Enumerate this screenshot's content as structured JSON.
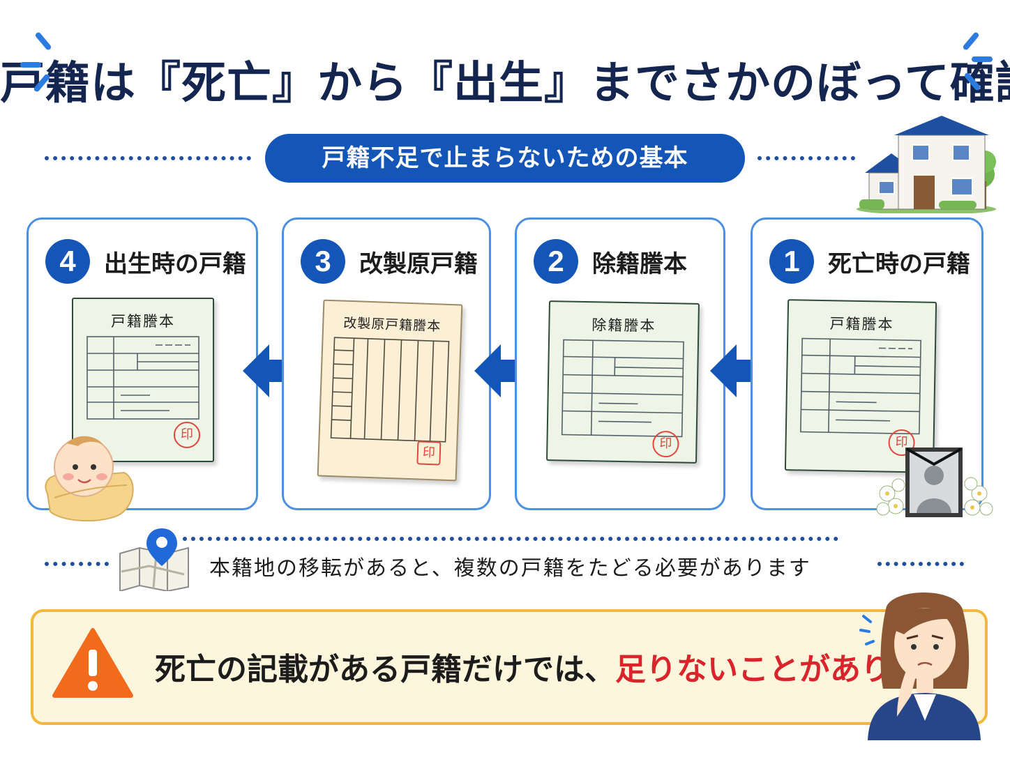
{
  "title": "戸籍は『死亡』から『出生』までさかのぼって確認",
  "subtitle": "戸籍不足で止まらないための基本",
  "steps": [
    {
      "number": "1",
      "label": "死亡時の戸籍",
      "doc_title": "戸籍謄本",
      "seal": "印"
    },
    {
      "number": "2",
      "label": "除籍謄本",
      "doc_title": "除籍謄本",
      "seal": "印"
    },
    {
      "number": "3",
      "label": "改製原戸籍",
      "doc_title": "改製原戸籍謄本",
      "seal": "印"
    },
    {
      "number": "4",
      "label": "出生時の戸籍",
      "doc_title": "戸籍謄本",
      "seal": "印"
    }
  ],
  "note": "本籍地の移転があると、複数の戸籍をたどる必要があります",
  "warning": {
    "text_main": "死亡の記載がある戸籍だけでは、",
    "text_highlight": "足りないことがあります",
    "highlight_color": "#d8242a"
  },
  "icons": [
    "house-icon",
    "arrow-left-icon",
    "baby-icon",
    "memorial-portrait-icon",
    "map-pin-icon",
    "warning-icon",
    "worried-woman-icon"
  ],
  "colors": {
    "primary": "#1456b7",
    "card_border": "#4d8fe0",
    "warning_border": "#f3b73d",
    "warning_bg": "#fdf6dc"
  }
}
